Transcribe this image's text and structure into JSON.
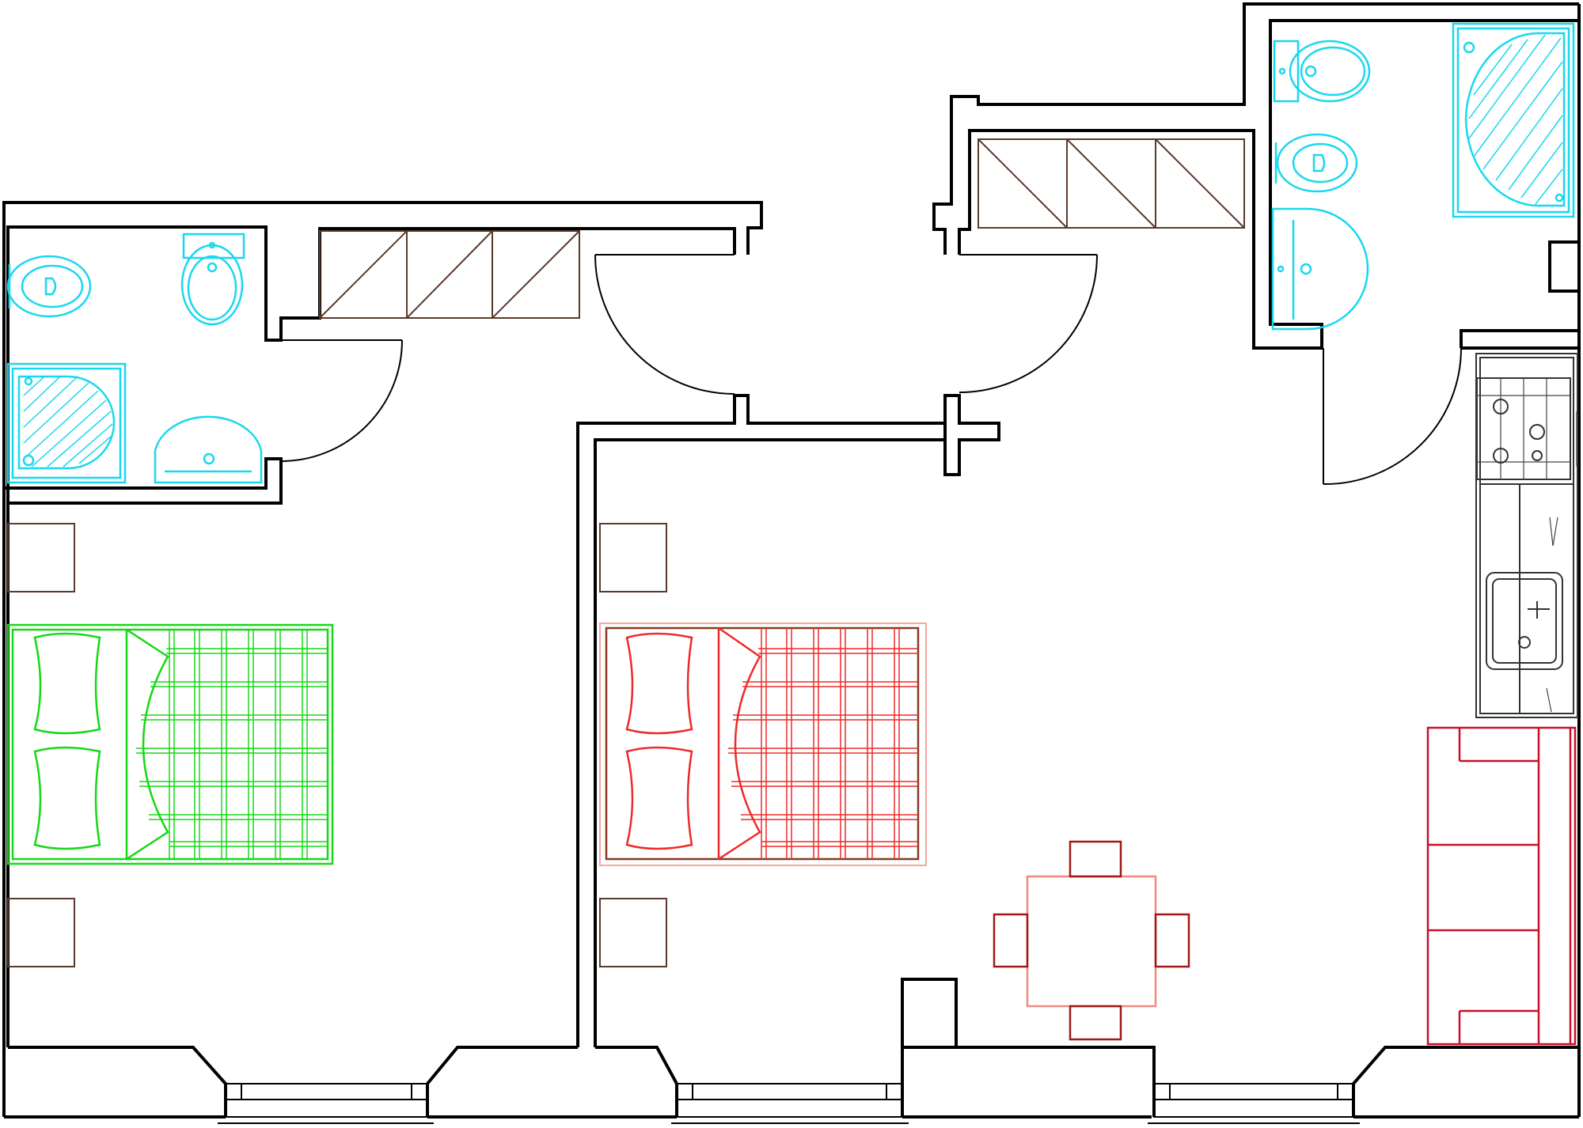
{
  "drawing": {
    "kind": "apartment-floor-plan",
    "colors": {
      "walls": "#000000",
      "wardrobes": "#5a3a2a",
      "sanitary": "#19d8ee",
      "bed_left": "#16d816",
      "bed_right": "#ee2a2a",
      "dining_table": "#f08a80",
      "dining_chairs": "#a01818",
      "sofa": "#c8102a",
      "kitchen": "#333333"
    },
    "rooms": [
      {
        "id": "bedroom-left"
      },
      {
        "id": "bathroom-left"
      },
      {
        "id": "bedroom-center"
      },
      {
        "id": "living-kitchen"
      },
      {
        "id": "bathroom-right"
      },
      {
        "id": "hallway"
      }
    ]
  }
}
